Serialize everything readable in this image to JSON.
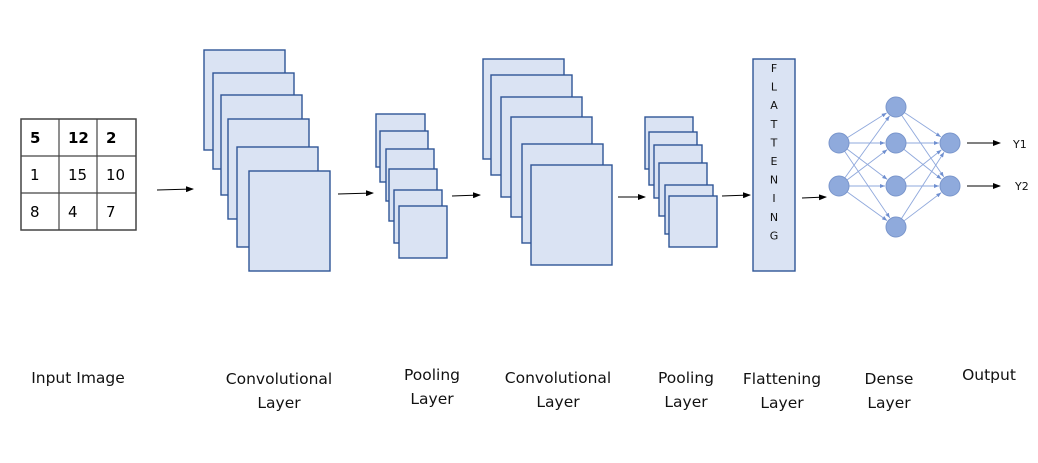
{
  "title": "Convolutional Neural Network architecture",
  "colors": {
    "map_fill": "#dae3f3",
    "map_stroke": "#2f5597",
    "node_fill": "#8faadc",
    "node_stroke": "#7a96cc",
    "edge": "#8fa8dc",
    "arrow": "#000000"
  },
  "input_image": {
    "rows": [
      [
        "5",
        "12",
        "2"
      ],
      [
        "1",
        "15",
        "10"
      ],
      [
        "8",
        "4",
        "7"
      ]
    ],
    "bold_rows": [
      0
    ]
  },
  "stages": [
    {
      "id": "input",
      "label_lines": [
        "Input Image"
      ]
    },
    {
      "id": "conv1",
      "label_lines": [
        "Convolutional",
        "Layer"
      ],
      "feature_maps": 6
    },
    {
      "id": "pool1",
      "label_lines": [
        "Pooling",
        "Layer"
      ],
      "feature_maps": 6
    },
    {
      "id": "conv2",
      "label_lines": [
        "Convolutional",
        "Layer"
      ],
      "feature_maps": 6
    },
    {
      "id": "pool2",
      "label_lines": [
        "Pooling",
        "Layer"
      ],
      "feature_maps": 6
    },
    {
      "id": "flatten",
      "label_lines": [
        "Flattening",
        "Layer"
      ],
      "box_text": "FLATTENING"
    },
    {
      "id": "dense",
      "label_lines": [
        "Dense",
        "Layer"
      ],
      "layer_sizes": [
        2,
        4,
        2
      ]
    },
    {
      "id": "output",
      "label_lines": [
        "Output"
      ],
      "outputs": [
        "Y1",
        "Y2"
      ]
    }
  ]
}
